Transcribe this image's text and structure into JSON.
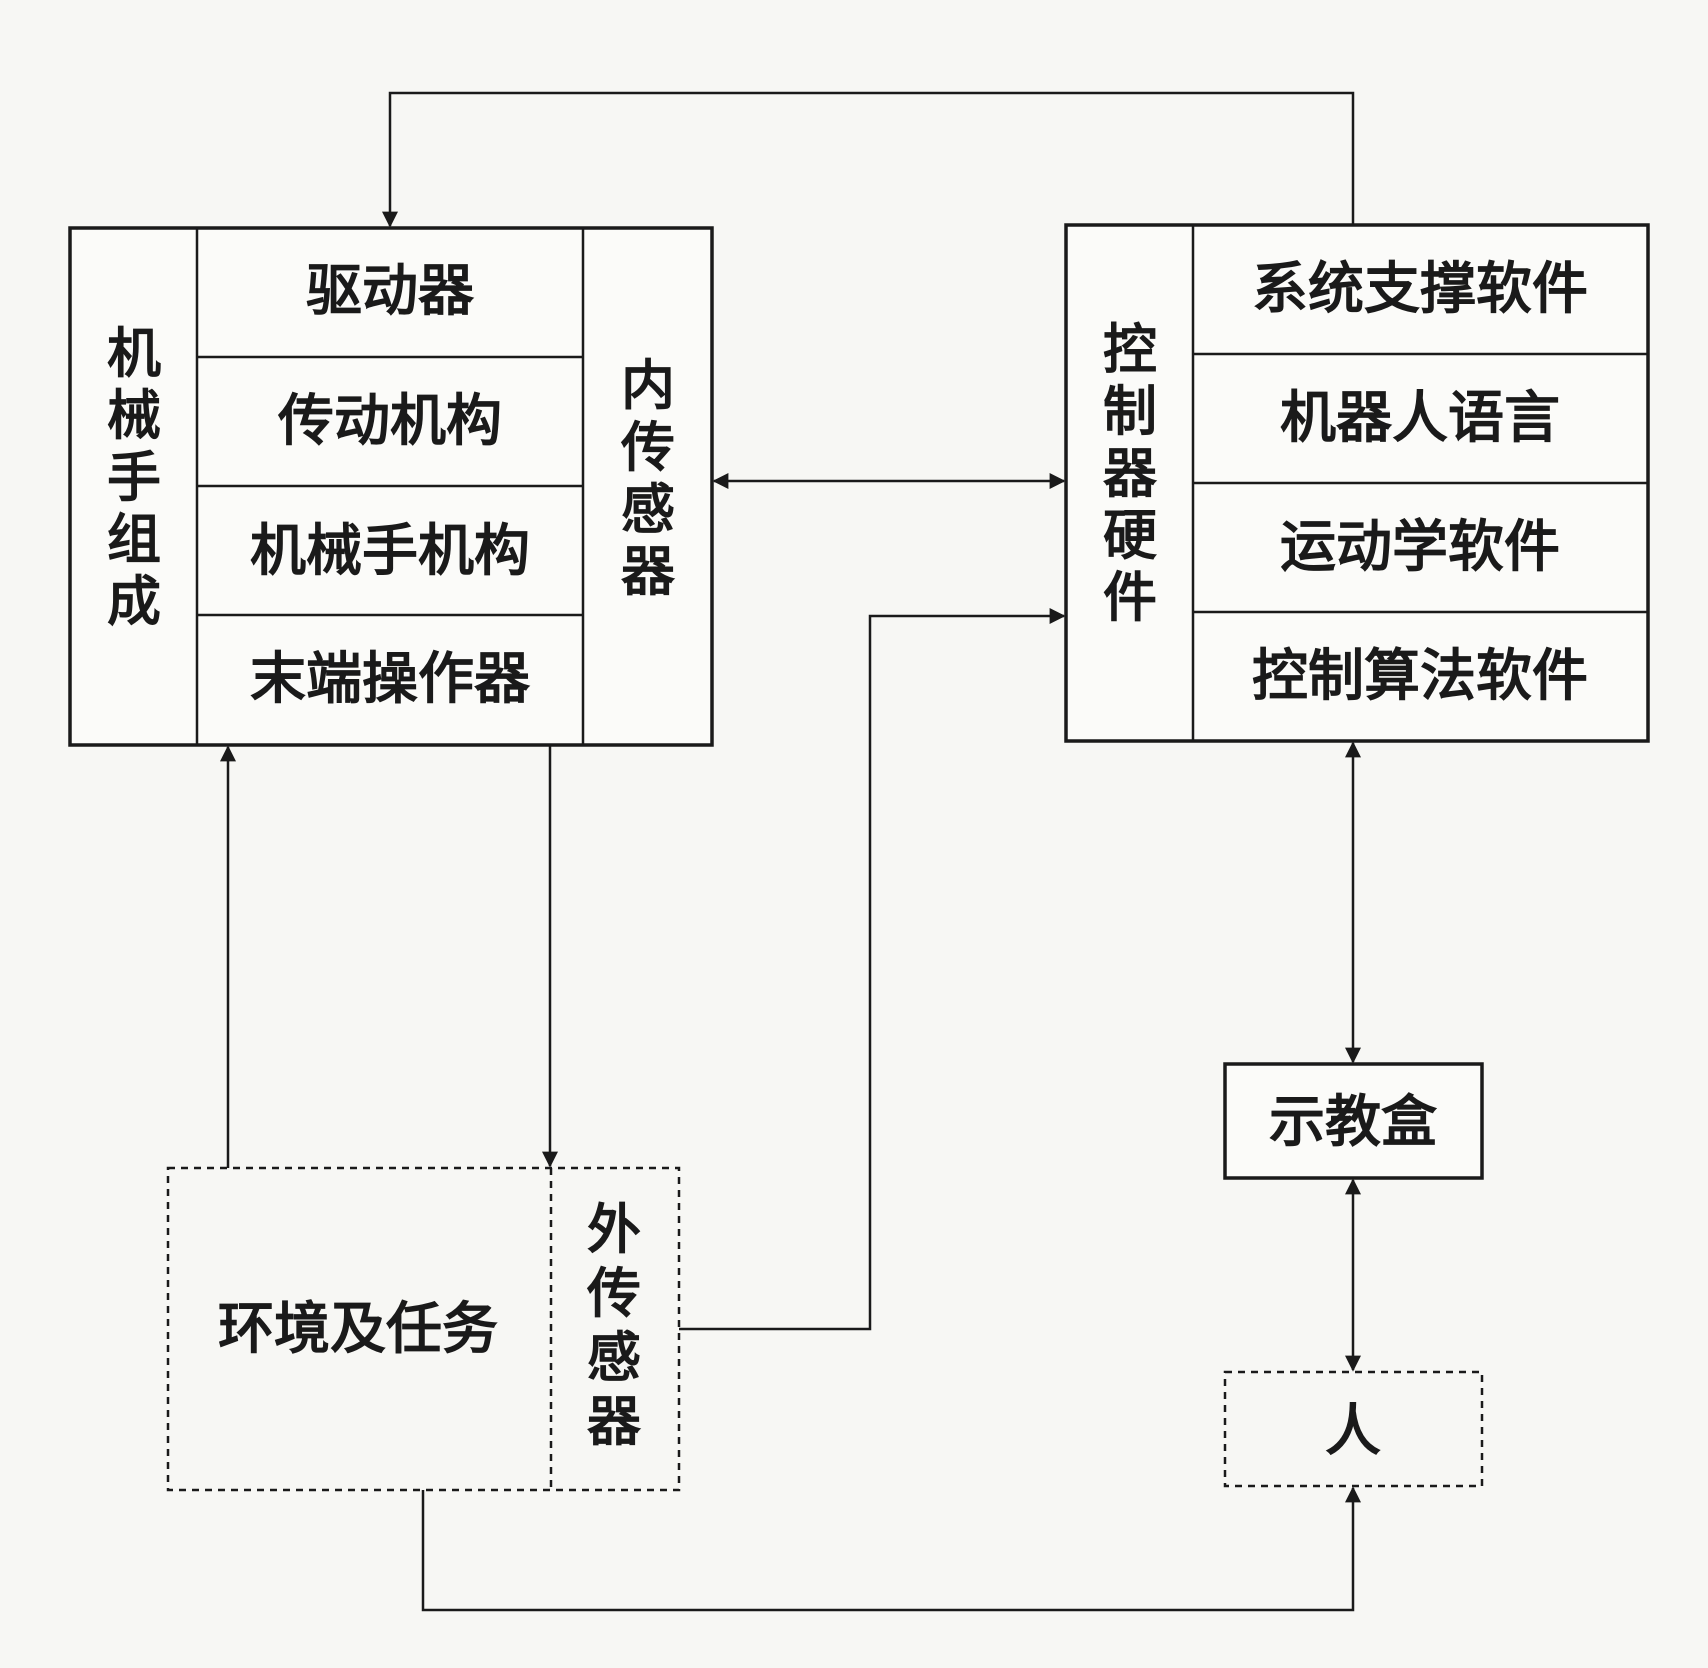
{
  "left_block": {
    "side_label": "机械手组成",
    "rows": [
      "驱动器",
      "传动机构",
      "机械手机构",
      "末端操作器"
    ],
    "right_label": "内传感器"
  },
  "right_block": {
    "side_label": "控制器硬件",
    "rows": [
      "系统支撑软件",
      "机器人语言",
      "运动学软件",
      "控制算法软件"
    ]
  },
  "environment": {
    "label": "环境及任务",
    "sensor_label": "外传感器"
  },
  "teach_pendant": {
    "label": "示教盒"
  },
  "human": {
    "label": "人"
  }
}
